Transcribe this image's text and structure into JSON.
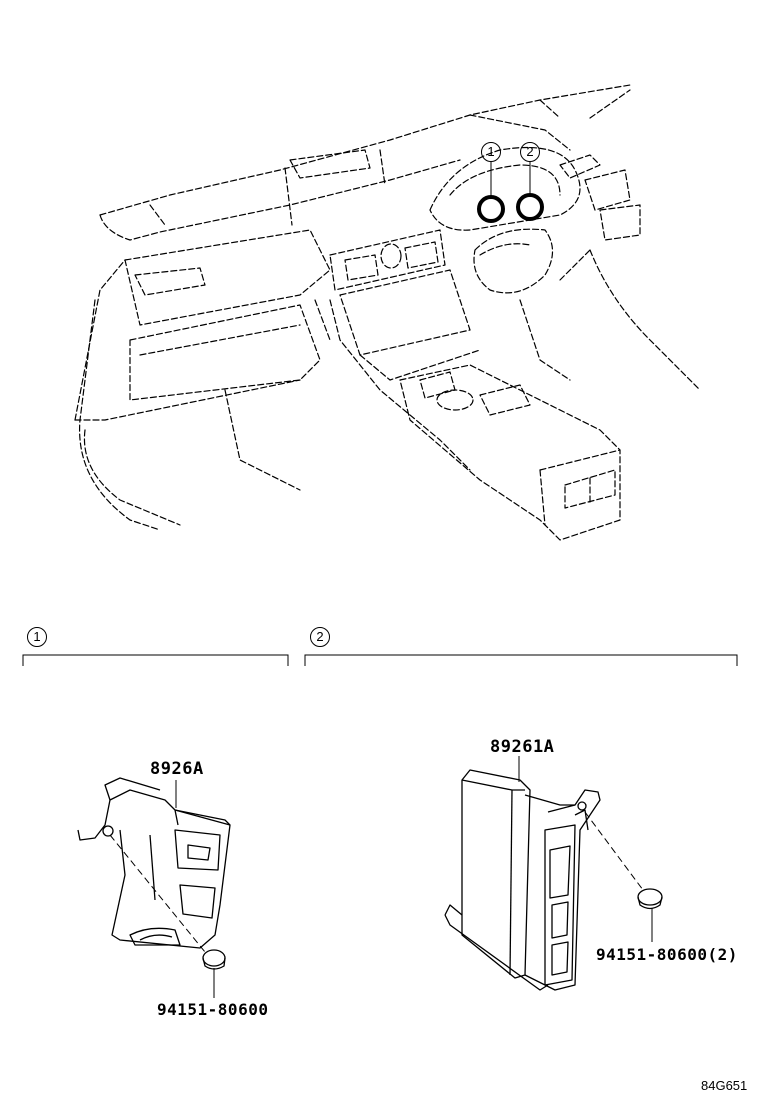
{
  "callouts": {
    "top_1": "1",
    "top_2": "2",
    "section_1": "1",
    "section_2": "2"
  },
  "parts": {
    "left_part": "8926A",
    "left_clip": "94151-80600",
    "right_part": "89261A",
    "right_clip": "94151-80600(2)"
  },
  "illustration_id": "84G651"
}
